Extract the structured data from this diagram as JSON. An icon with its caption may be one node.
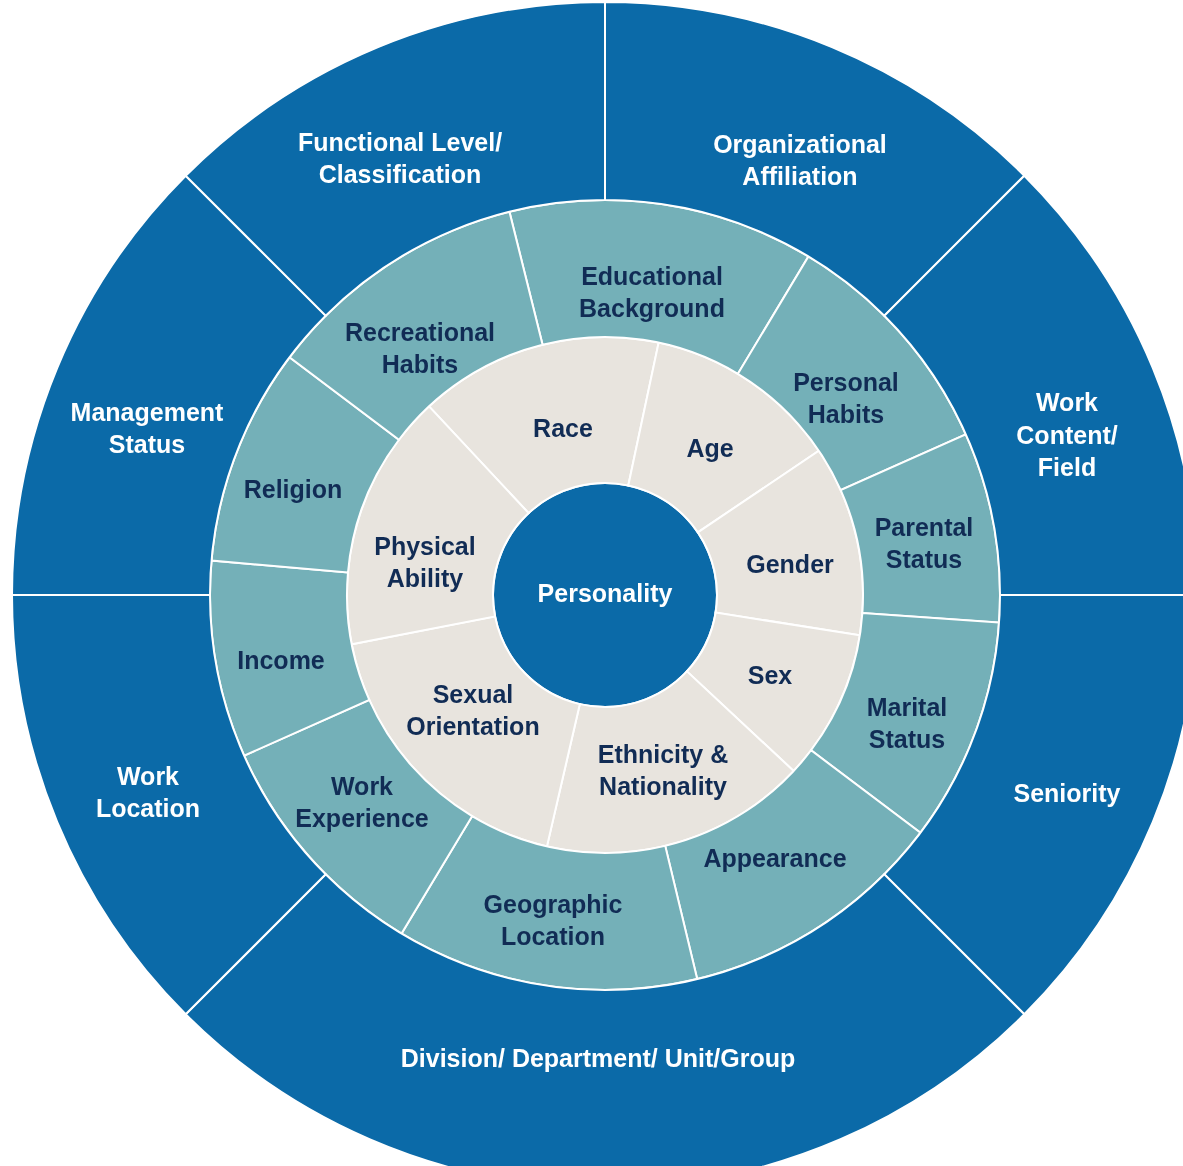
{
  "diagram": {
    "nodes": [
      {
        "text": [
          "Personality"
        ]
      },
      {
        "text": [
          "Race"
        ]
      },
      {
        "text": [
          "Age"
        ]
      },
      {
        "text": [
          "Gender"
        ]
      },
      {
        "text": [
          "Sex"
        ]
      },
      {
        "text": [
          "Ethnicity & Nationality"
        ]
      },
      {
        "text": [
          "Sexual Orientation"
        ]
      },
      {
        "text": [
          "Physical Ability"
        ]
      },
      {
        "text": [
          "Educational Background"
        ]
      },
      {
        "text": [
          "Personal Habits"
        ]
      },
      {
        "text": [
          "Parental Status"
        ]
      },
      {
        "text": [
          "Marital Status"
        ]
      },
      {
        "text": [
          "Appearance"
        ]
      },
      {
        "text": [
          "Geographic Location"
        ]
      },
      {
        "text": [
          "Work Experience"
        ]
      },
      {
        "text": [
          "Income"
        ]
      },
      {
        "text": [
          "Religion"
        ]
      },
      {
        "text": [
          "Recreational Habits"
        ]
      },
      {
        "text": [
          "Organizational Affiliation"
        ]
      },
      {
        "text": [
          "Work Content/ Field"
        ]
      },
      {
        "text": [
          "Seniority"
        ]
      },
      {
        "text": [
          "Division/ Department/ Unit/Group"
        ]
      },
      {
        "text": [
          "Work Location"
        ]
      },
      {
        "text": [
          "Management Status"
        ]
      },
      {
        "text": [
          "Functional Level/ Classification"
        ]
      }
    ]
  }
}
